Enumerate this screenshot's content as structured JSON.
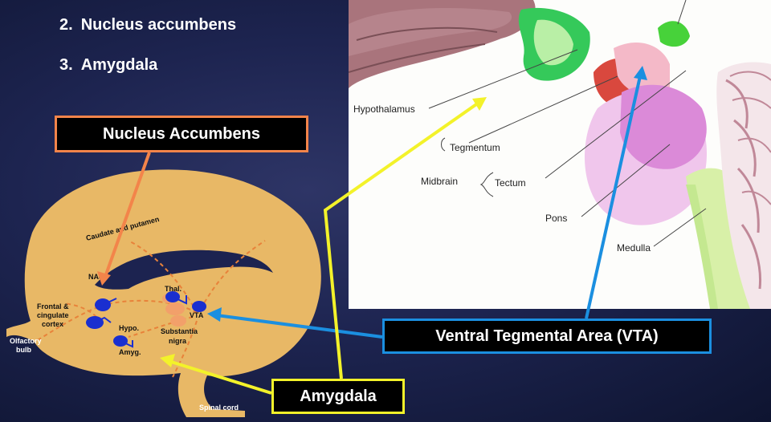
{
  "list": {
    "items": [
      {
        "number": "2.",
        "text": "Nucleus accumbens"
      },
      {
        "number": "3.",
        "text": "Amygdala"
      }
    ]
  },
  "callouts": {
    "nucleus_accumbens": "Nucleus Accumbens",
    "vta": "Ventral Tegmental Area (VTA)",
    "amygdala": "Amygdala"
  },
  "brainstem_labels": {
    "hypothalamus": "Hypothalamus",
    "tegmentum": "Tegmentum",
    "midbrain": "Midbrain",
    "tectum": "Tectum",
    "pons": "Pons",
    "medulla": "Medulla"
  },
  "brain_labels": {
    "caudate": "Caudate and putamen",
    "nac": "NAc",
    "thal": "Thal.",
    "vta": "VTA",
    "frontal_1": "Frontal &",
    "frontal_2": "cingulate",
    "frontal_3": "cortex",
    "hypo": "Hypo.",
    "substantia_1": "Substantia",
    "substantia_2": "nigra",
    "olfactory_1": "Olfactory",
    "olfactory_2": "bulb",
    "amyg": "Amyg.",
    "spinal": "Spinal cord"
  },
  "colors": {
    "nac_callout": "#f3844a",
    "vta_callout": "#1b8fe0",
    "amygdala_callout": "#f3f22a",
    "brain": "#e8b866"
  }
}
